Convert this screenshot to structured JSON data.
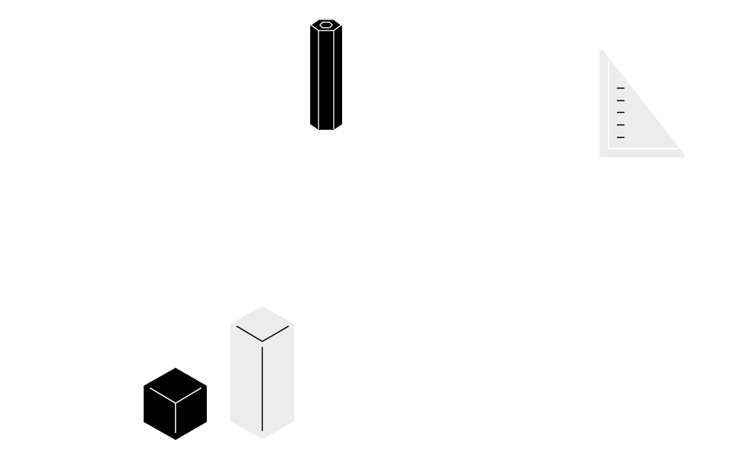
{
  "canvas": {
    "background": "#ffffff"
  },
  "objects": [
    {
      "id": "hex-prism",
      "icon": "hexagonal-prism-icon",
      "fill": "#000000",
      "edge": "#ffffff"
    },
    {
      "id": "set-square",
      "icon": "set-square-ruler-icon",
      "fill": "#ececec",
      "tick_marks": 5,
      "tick_color": "#000000"
    },
    {
      "id": "cube",
      "icon": "cube-icon",
      "fill": "#000000",
      "edge": "#ffffff"
    },
    {
      "id": "tall-block",
      "icon": "rectangular-prism-icon",
      "fill": "#ececec",
      "edge": "#000000"
    }
  ]
}
